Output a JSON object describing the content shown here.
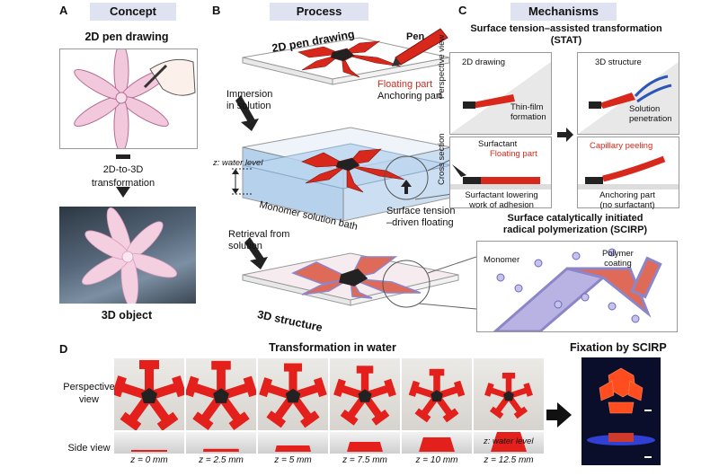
{
  "panelA": {
    "letter": "A",
    "header": "Concept",
    "top_caption": "2D pen drawing",
    "arrow_caption": "2D-to-3D\ntransformation",
    "bottom_caption": "3D object"
  },
  "panelB": {
    "letter": "B",
    "header": "Process",
    "plane_label": "2D pen drawing",
    "pen_label": "Pen",
    "floating_part": "Floating part",
    "anchoring_part": "Anchoring part",
    "immersion": "Immersion\nin solution",
    "water_level": "z: water level",
    "bath": "Monomer solution bath",
    "floating_note": "Surface tension\n–driven floating",
    "retrieval": "Retrieval from\nsolution",
    "structure_label": "3D structure"
  },
  "panelC": {
    "letter": "C",
    "header": "Mechanisms",
    "stat_title": "Surface tension–assisted transformation\n(STAT)",
    "perspective_view": "Perspective view",
    "cross_section": "Cross section",
    "drawing_2d": "2D drawing",
    "thin_film": "Thin-film\nformation",
    "structure_3d": "3D structure",
    "solution_penetration": "Solution\npenetration",
    "surfactant": "Surfactant",
    "floating_part": "Floating part",
    "surfactant_lowering": "Surfactant lowering\nwork of adhesion",
    "capillary_peeling": "Capillary peeling",
    "anchoring_note": "Anchoring part\n(no surfactant)",
    "scirp_title": "Surface catalytically initiated\nradical polymerization (SCIRP)",
    "monomer": "Monomer",
    "polymer_coating": "Polymer\ncoating"
  },
  "panelD": {
    "letter": "D",
    "title": "Transformation in water",
    "fixation_title": "Fixation by SCIRP",
    "row1_label": "Perspective\nview",
    "row2_label": "Side view",
    "water_level": "z: water level",
    "z_labels": [
      "z = 0 mm",
      "z = 2.5 mm",
      "z = 5 mm",
      "z = 7.5 mm",
      "z = 10 mm",
      "z = 12.5 mm"
    ]
  },
  "colors": {
    "accent_red": "#d8281c",
    "header_bg": "#dfe3f1",
    "water_blue": "#a9c9e8",
    "coating_purple": "#8c86c9"
  }
}
